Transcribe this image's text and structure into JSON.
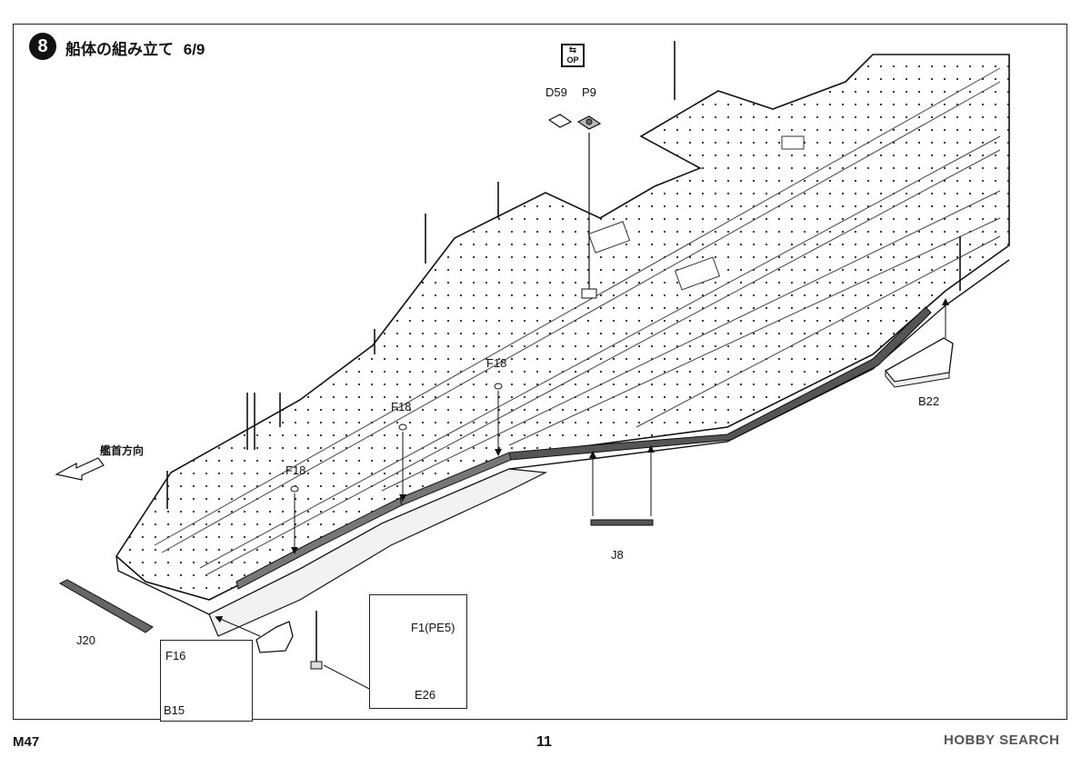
{
  "header": {
    "step_number": "8",
    "title": "船体の組み立て",
    "subtitle": "6/9"
  },
  "labels": {
    "d59": "D59",
    "p9": "P9",
    "f18_a": "F18",
    "f18_b": "F18",
    "f18_c": "F18",
    "b22": "B22",
    "j8": "J8",
    "j20": "J20",
    "f1": "F1(PE5)",
    "e26": "E26",
    "f16": "F16",
    "b15": "B15",
    "bow_direction": "艦首方向"
  },
  "op_icon": {
    "text": "OP"
  },
  "footer": {
    "model_code": "M47",
    "page_number": "11",
    "watermark": "HOBBY SEARCH"
  }
}
